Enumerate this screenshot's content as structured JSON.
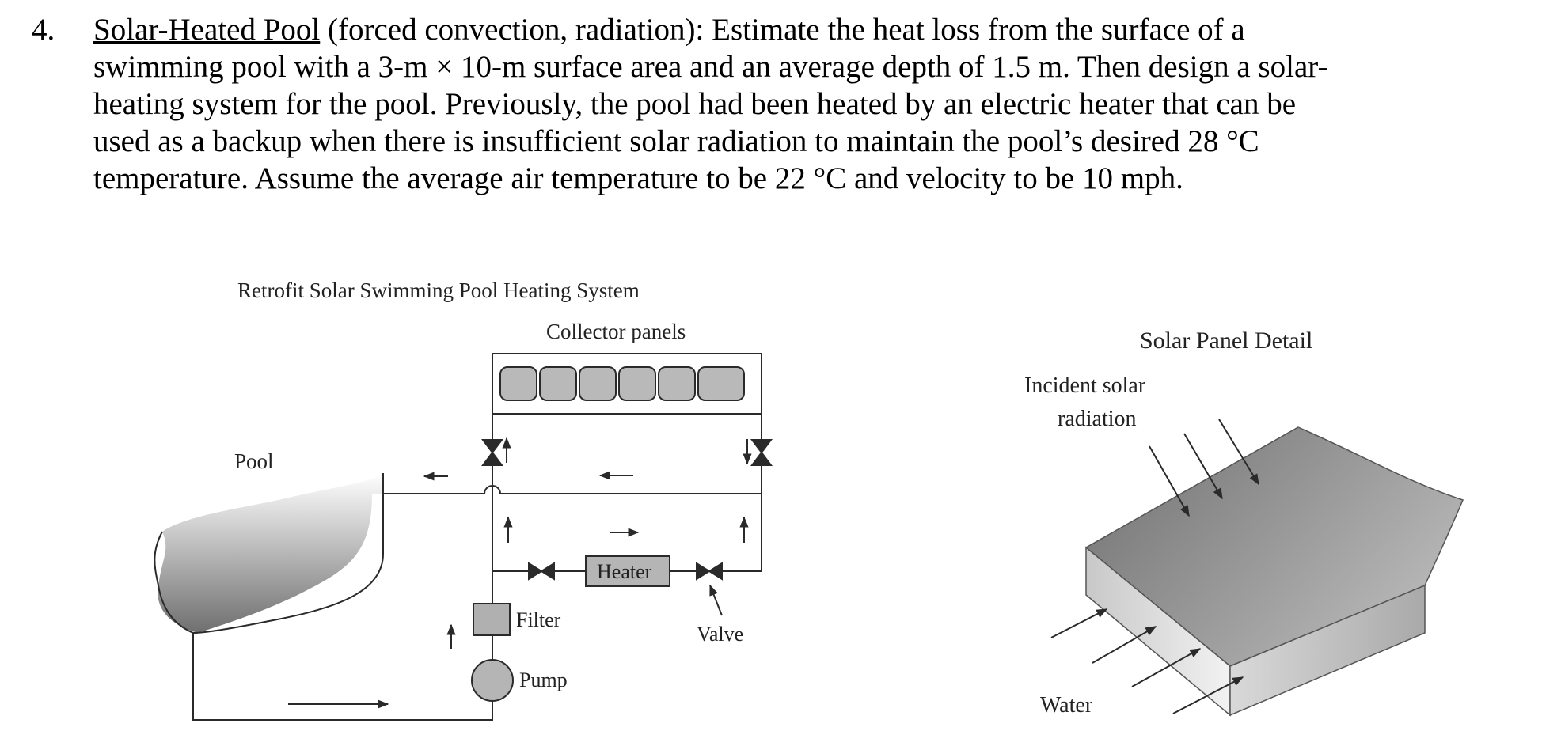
{
  "problem": {
    "number": "4.",
    "title": "Solar-Heated Pool",
    "lines": [
      " (forced convection, radiation): Estimate the heat loss from the surface of a",
      "swimming pool with a 3-m × 10-m surface area and an average depth of 1.5 m.  Then design a solar-",
      "heating system for the pool.  Previously, the pool had been heated by an electric heater that can be",
      "used as a backup when there is insufficient solar radiation to maintain the pool’s desired 28 °C",
      "temperature.  Assume the average air temperature to be 22 °C and velocity to be 10 mph."
    ]
  },
  "system_figure": {
    "title": "Retrofit Solar Swimming Pool Heating System",
    "collector_label": "Collector panels",
    "pool_label": "Pool",
    "heater_label": "Heater",
    "filter_label": "Filter",
    "pump_label": "Pump",
    "valve_label": "Valve",
    "panel_count": 6
  },
  "detail_figure": {
    "title": "Solar Panel Detail",
    "incident_label_1": "Incident solar",
    "incident_label_2": "radiation",
    "water_label": "Water"
  },
  "colors": {
    "line": "#2a2a2a",
    "panel_fill": "#b9b9b9",
    "box_fill": "#b0b0b0",
    "slab_top": "#7a7a7a",
    "slab_front": "#cfcfcf"
  }
}
